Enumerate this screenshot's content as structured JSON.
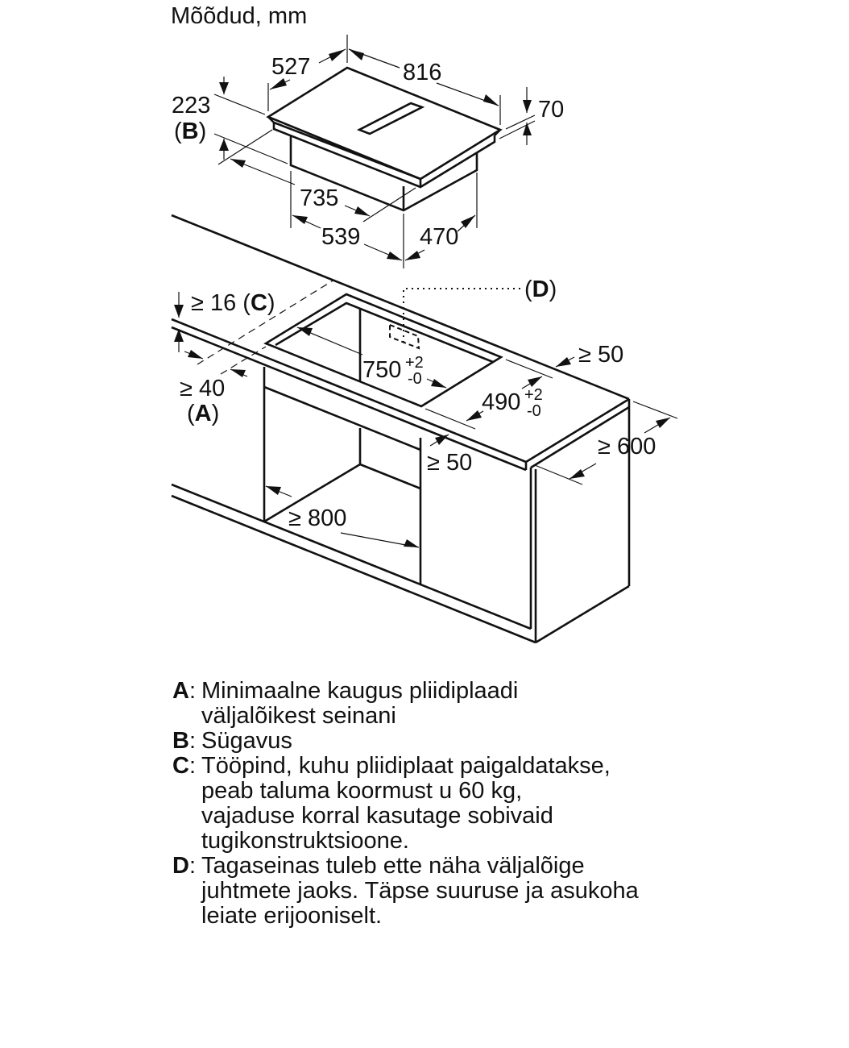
{
  "title": "Mõõdud, mm",
  "cooktop": {
    "depth": "527",
    "width": "816",
    "height": "70",
    "depth_b_value": "223",
    "depth_b_marker": "B",
    "body_width": "735",
    "body_left": "539",
    "body_right": "470"
  },
  "cutout": {
    "worktop_thickness": "≥ 16",
    "worktop_marker": "C",
    "min_wall_distance": "≥ 40",
    "wall_marker": "A",
    "cutout_width": "750",
    "cutout_width_tol_plus": "+2",
    "cutout_width_tol_minus": "-0",
    "cutout_depth": "490",
    "cutout_depth_tol_plus": "+2",
    "cutout_depth_tol_minus": "-0",
    "back_margin": "≥ 50",
    "front_margin": "≥ 50",
    "worktop_depth": "≥ 600",
    "cabinet_width": "≥ 800",
    "wall_opening_marker": "D"
  },
  "legend": [
    {
      "key": "A",
      "lines": [
        "Minimaalne kaugus pliidiplaadi",
        "väljalõikest seinani"
      ]
    },
    {
      "key": "B",
      "lines": [
        "Sügavus"
      ]
    },
    {
      "key": "C",
      "lines": [
        "Tööpind, kuhu pliidiplaat paigaldatakse,",
        "peab taluma koormust u 60 kg,",
        "vajaduse korral kasutage sobivaid",
        "tugikonstruktsioone."
      ]
    },
    {
      "key": "D",
      "lines": [
        "Tagaseinas tuleb ette näha väljalõige",
        "juhtmete jaoks. Täpse suuruse ja asukoha",
        "leiate erijooniselt."
      ]
    }
  ]
}
